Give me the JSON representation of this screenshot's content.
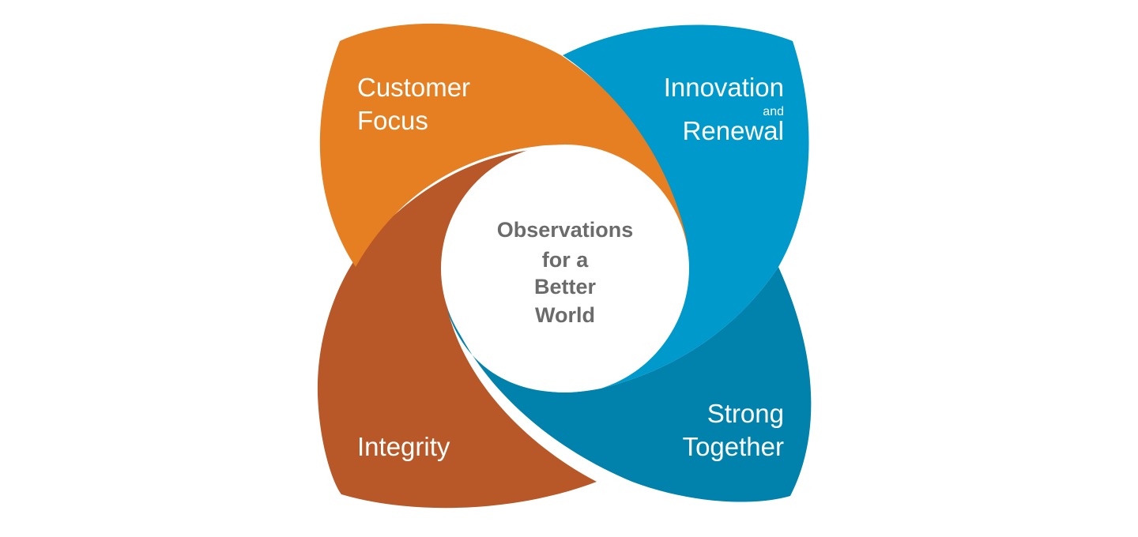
{
  "colors": {
    "customer_focus": "#E67E22",
    "innovation": "#0099CC",
    "strong_together": "#0082AC",
    "integrity": "#B85727",
    "center_text": "#6B6B6B",
    "background": "#FFFFFF"
  },
  "center": {
    "lines": [
      "Observations",
      "for a",
      "Better",
      "World"
    ]
  },
  "petals": {
    "customer_focus": {
      "lines": [
        "Customer",
        "Focus"
      ]
    },
    "innovation": {
      "line1": "Innovation",
      "connector": "and",
      "line2": "Renewal"
    },
    "strong_together": {
      "lines": [
        "Strong",
        "Together"
      ]
    },
    "integrity": {
      "lines": [
        "Integrity"
      ]
    }
  }
}
